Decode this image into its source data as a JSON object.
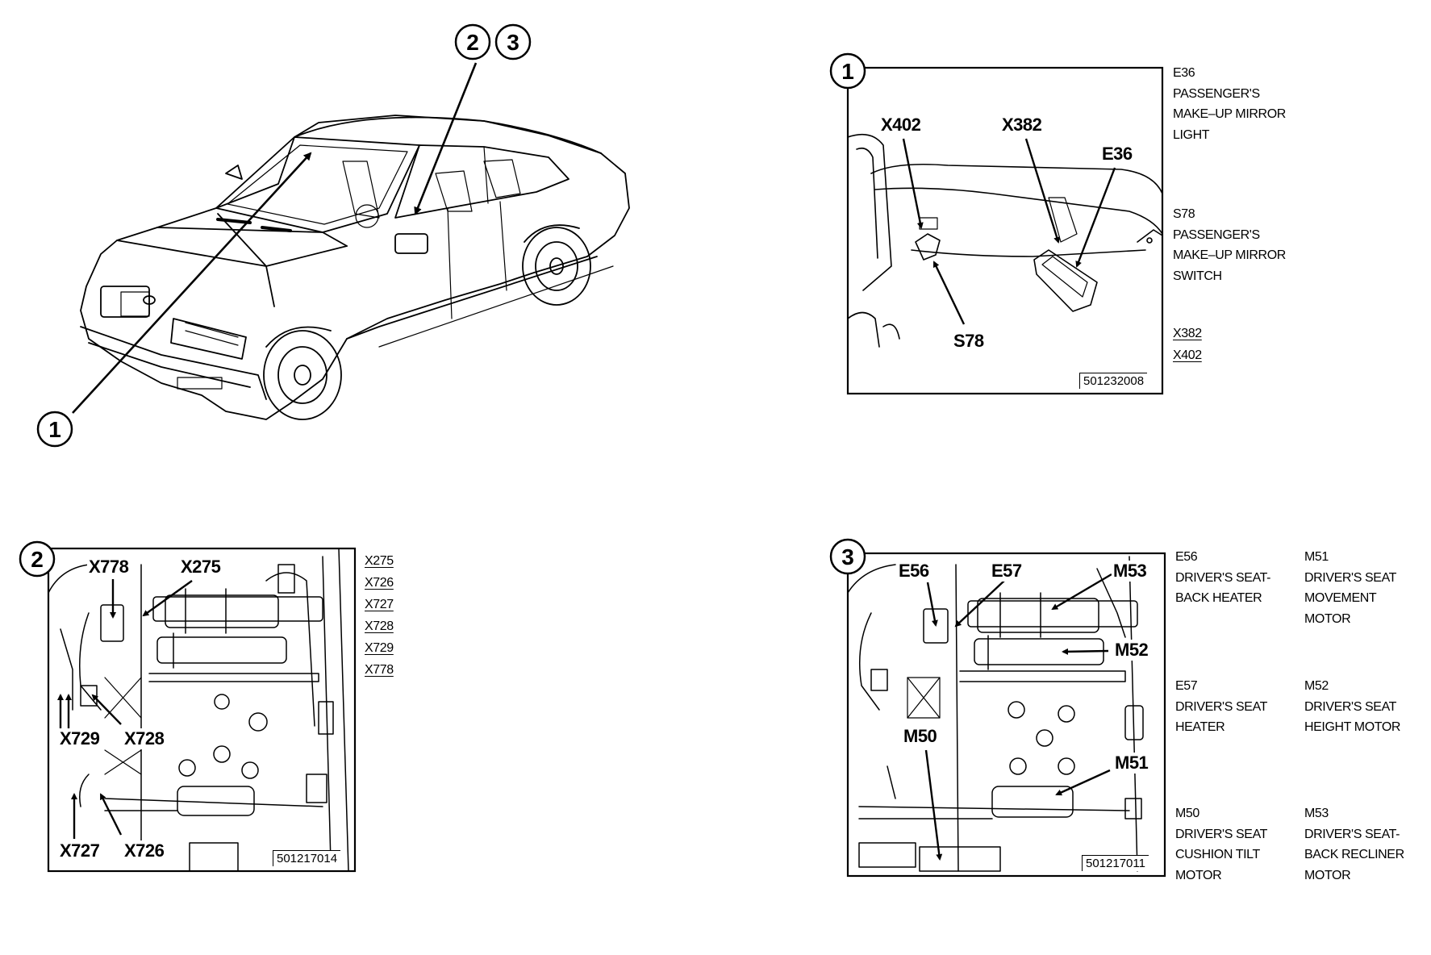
{
  "overview": {
    "callout_1": "1",
    "callout_2": "2",
    "callout_3": "3"
  },
  "panel1": {
    "number": "1",
    "image_code": "501232008",
    "labels": {
      "x402": "X402",
      "x382": "X382",
      "e36": "E36",
      "s78": "S78"
    },
    "legend": [
      {
        "code": "E36",
        "lines": [
          "PASSENGER'S",
          "MAKE–UP MIRROR",
          "LIGHT"
        ]
      },
      {
        "code": "S78",
        "lines": [
          "PASSENGER'S",
          "MAKE–UP MIRROR",
          "SWITCH"
        ]
      }
    ],
    "connectors": [
      "X382",
      "X402"
    ]
  },
  "panel2": {
    "number": "2",
    "image_code": "501217014",
    "labels": {
      "x778": "X778",
      "x275": "X275",
      "x729": "X729",
      "x728": "X728",
      "x727": "X727",
      "x726": "X726"
    },
    "connectors": [
      "X275",
      "X726",
      "X727",
      "X728",
      "X729",
      "X778"
    ]
  },
  "panel3": {
    "number": "3",
    "image_code": "501217011",
    "labels": {
      "e56": "E56",
      "e57": "E57",
      "m53": "M53",
      "m52": "M52",
      "m50": "M50",
      "m51": "M51"
    },
    "legend_col1": [
      {
        "code": "E56",
        "lines": [
          "DRIVER'S SEAT-",
          "BACK HEATER"
        ]
      },
      {
        "code": "E57",
        "lines": [
          "DRIVER'S SEAT",
          "HEATER"
        ]
      },
      {
        "code": "M50",
        "lines": [
          "DRIVER'S SEAT",
          "CUSHION TILT",
          "MOTOR"
        ]
      }
    ],
    "legend_col2": [
      {
        "code": "M51",
        "lines": [
          "DRIVER'S SEAT",
          "MOVEMENT",
          "MOTOR"
        ]
      },
      {
        "code": "M52",
        "lines": [
          "DRIVER'S SEAT",
          "HEIGHT MOTOR"
        ]
      },
      {
        "code": "M53",
        "lines": [
          "DRIVER'S SEAT-",
          "BACK RECLINER",
          "MOTOR"
        ]
      }
    ]
  }
}
